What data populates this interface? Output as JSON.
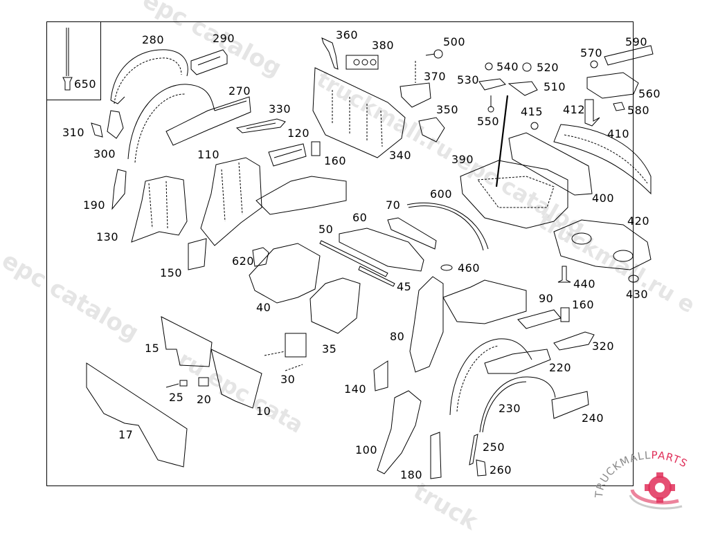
{
  "diagram": {
    "title": "Body shell parts exploded view",
    "labels": [
      {
        "id": "650",
        "text": "650"
      },
      {
        "id": "280",
        "text": "280"
      },
      {
        "id": "290",
        "text": "290"
      },
      {
        "id": "360",
        "text": "360"
      },
      {
        "id": "380",
        "text": "380"
      },
      {
        "id": "500",
        "text": "500"
      },
      {
        "id": "590",
        "text": "590"
      },
      {
        "id": "570",
        "text": "570"
      },
      {
        "id": "540",
        "text": "540"
      },
      {
        "id": "520",
        "text": "520"
      },
      {
        "id": "370",
        "text": "370"
      },
      {
        "id": "530",
        "text": "530"
      },
      {
        "id": "510",
        "text": "510"
      },
      {
        "id": "560",
        "text": "560"
      },
      {
        "id": "270",
        "text": "270"
      },
      {
        "id": "330",
        "text": "330"
      },
      {
        "id": "350",
        "text": "350"
      },
      {
        "id": "415",
        "text": "415"
      },
      {
        "id": "412",
        "text": "412"
      },
      {
        "id": "580",
        "text": "580"
      },
      {
        "id": "310",
        "text": "310"
      },
      {
        "id": "120",
        "text": "120"
      },
      {
        "id": "550",
        "text": "550"
      },
      {
        "id": "410",
        "text": "410"
      },
      {
        "id": "300",
        "text": "300"
      },
      {
        "id": "110",
        "text": "110"
      },
      {
        "id": "340",
        "text": "340"
      },
      {
        "id": "160a",
        "text": "160"
      },
      {
        "id": "390",
        "text": "390"
      },
      {
        "id": "600",
        "text": "600"
      },
      {
        "id": "400",
        "text": "400"
      },
      {
        "id": "190",
        "text": "190"
      },
      {
        "id": "70",
        "text": "70"
      },
      {
        "id": "60",
        "text": "60"
      },
      {
        "id": "420",
        "text": "420"
      },
      {
        "id": "130",
        "text": "130"
      },
      {
        "id": "50",
        "text": "50"
      },
      {
        "id": "620",
        "text": "620"
      },
      {
        "id": "460",
        "text": "460"
      },
      {
        "id": "150",
        "text": "150"
      },
      {
        "id": "440",
        "text": "440"
      },
      {
        "id": "45",
        "text": "45"
      },
      {
        "id": "430",
        "text": "430"
      },
      {
        "id": "90",
        "text": "90"
      },
      {
        "id": "40",
        "text": "40"
      },
      {
        "id": "160b",
        "text": "160"
      },
      {
        "id": "80",
        "text": "80"
      },
      {
        "id": "15",
        "text": "15"
      },
      {
        "id": "35",
        "text": "35"
      },
      {
        "id": "320",
        "text": "320"
      },
      {
        "id": "220",
        "text": "220"
      },
      {
        "id": "30",
        "text": "30"
      },
      {
        "id": "140",
        "text": "140"
      },
      {
        "id": "25",
        "text": "25"
      },
      {
        "id": "20",
        "text": "20"
      },
      {
        "id": "230",
        "text": "230"
      },
      {
        "id": "10",
        "text": "10"
      },
      {
        "id": "240",
        "text": "240"
      },
      {
        "id": "17",
        "text": "17"
      },
      {
        "id": "250",
        "text": "250"
      },
      {
        "id": "100",
        "text": "100"
      },
      {
        "id": "260",
        "text": "260"
      },
      {
        "id": "180",
        "text": "180"
      }
    ]
  },
  "watermarks": {
    "top": "epc catalog",
    "center": "truckmall.ru epc catalog",
    "right": "truckmall.ru e",
    "left": "ru epc catalog",
    "bottom_center": "ru epc cata",
    "bottom": "truck"
  },
  "logo": {
    "text_dark": "TRUCKMALL",
    "text_accent": "PARTS",
    "accent_color": "#e0305a",
    "dark_color": "#8a8a8a"
  }
}
